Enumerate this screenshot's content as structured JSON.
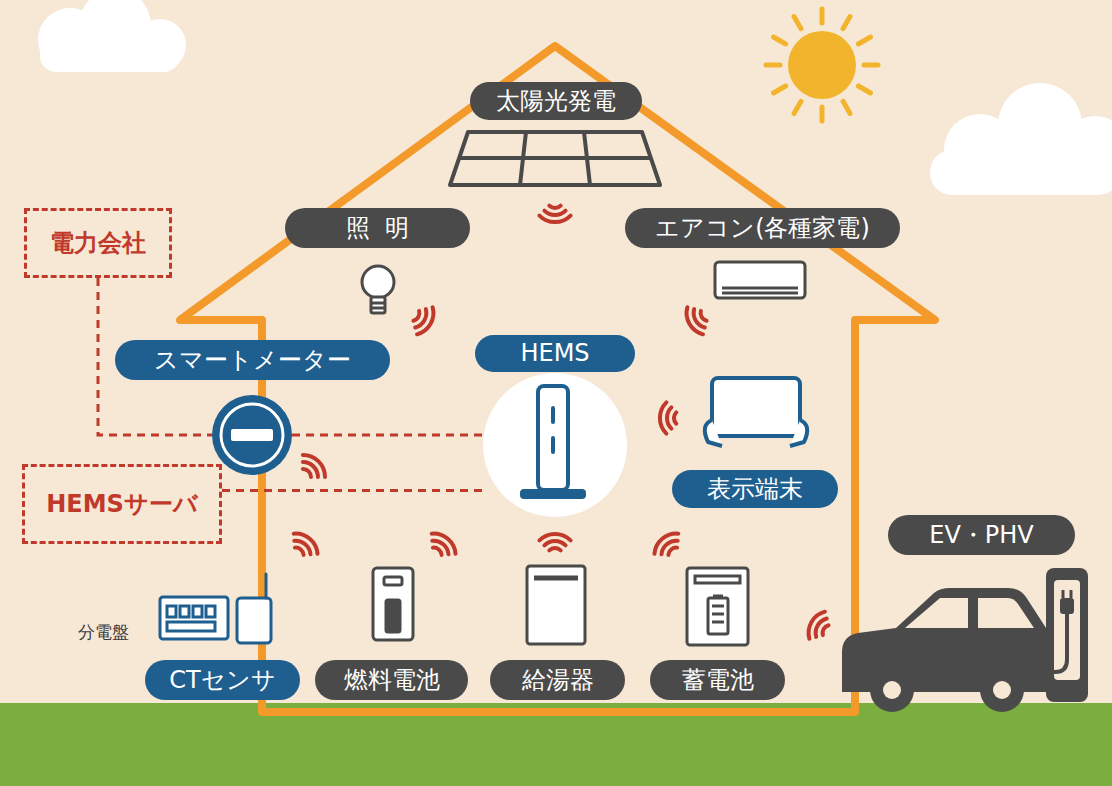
{
  "diagram": {
    "nodes": [
      {
        "text": [
          "電力会社"
        ]
      },
      {
        "text": [
          "太陽光発電"
        ]
      },
      {
        "text": [
          "照明"
        ]
      },
      {
        "text": [
          "エアコン(各種家電)"
        ]
      },
      {
        "text": [
          "スマートメーター"
        ]
      },
      {
        "text": [
          "HEMS"
        ]
      },
      {
        "text": [
          "表示端末"
        ]
      },
      {
        "text": [
          "HEMSサーバ"
        ]
      },
      {
        "text": [
          "EV・PHV"
        ]
      },
      {
        "text": [
          "CTセンサ"
        ]
      },
      {
        "text": [
          "燃料電池"
        ]
      },
      {
        "text": [
          "給湯器"
        ]
      },
      {
        "text": [
          "蓄電池"
        ]
      }
    ],
    "edges": [
      {
        "from": 0,
        "to": 4,
        "arrow": "none"
      },
      {
        "from": 4,
        "to": 5,
        "arrow": "none"
      },
      {
        "from": 7,
        "to": 5,
        "arrow": "none"
      }
    ],
    "labels": [
      "分電盤"
    ]
  }
}
